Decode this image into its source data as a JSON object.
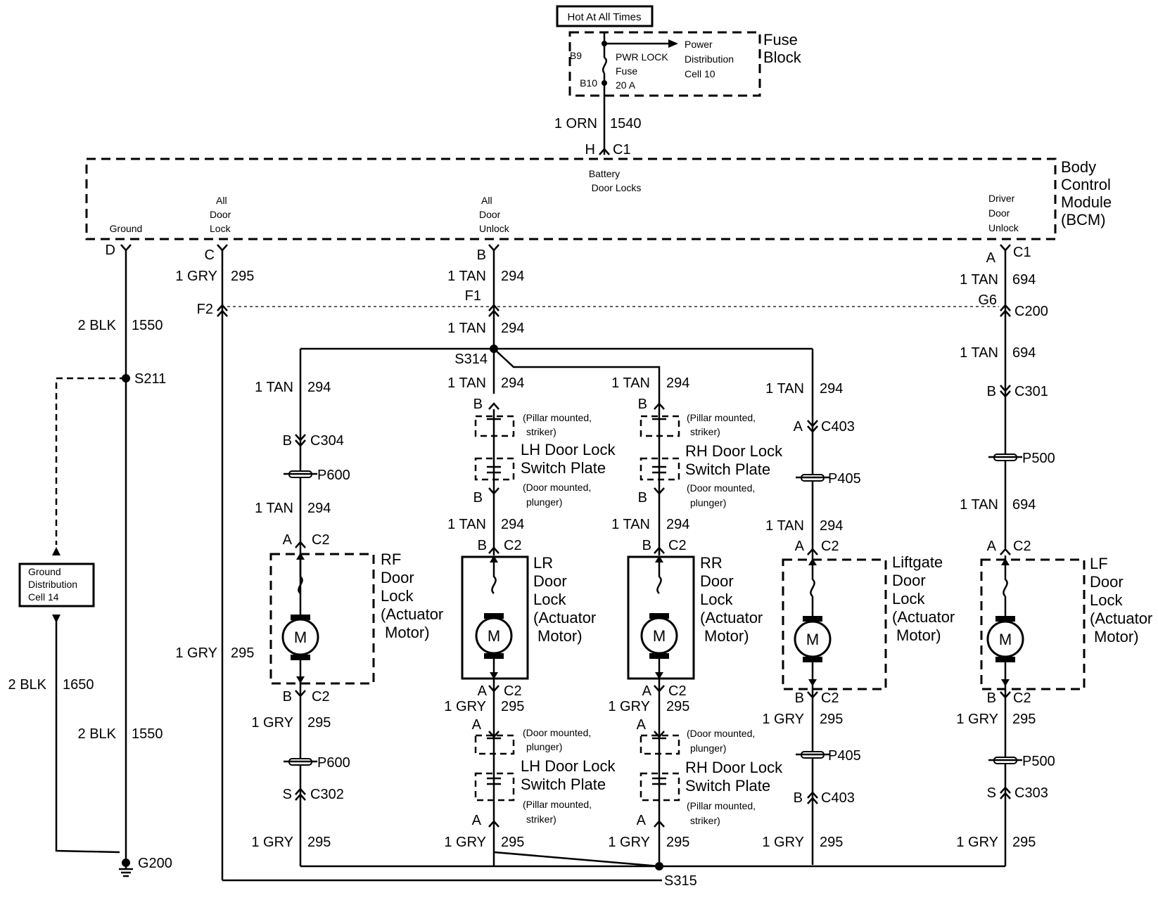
{
  "header": {
    "hot_label": "Hot At All Times",
    "fuse_block": [
      "Fuse",
      "Block"
    ],
    "fuse": {
      "name": "PWR LOCK",
      "line2": "Fuse",
      "rating": "20 A",
      "pin_top": "B9",
      "pin_bottom": "B10"
    },
    "power_ref": [
      "Power",
      "Distribution",
      "Cell 10"
    ],
    "feed_wire": {
      "size_color": "1 ORN",
      "circuit": "1540",
      "pin": "H",
      "connector": "C1"
    }
  },
  "bcm": {
    "title": [
      "Body",
      "Control",
      "Module",
      "(BCM)"
    ],
    "battery": [
      "Battery",
      "Door Locks"
    ],
    "ground": {
      "label": "Ground",
      "pin": "D"
    },
    "all_door_lock": {
      "label": [
        "All",
        "Door",
        "Lock"
      ],
      "pin": "C"
    },
    "all_door_unlock": {
      "label": [
        "All",
        "Door",
        "Unlock"
      ],
      "pin": "B"
    },
    "driver_door_unlock": {
      "label": [
        "Driver",
        "Door",
        "Unlock"
      ],
      "pin": "A",
      "connector": "C1"
    }
  },
  "wires": {
    "gry295": [
      "1 GRY",
      "295"
    ],
    "tan294": [
      "1 TAN",
      "294"
    ],
    "tan694": [
      "1 TAN",
      "694"
    ],
    "blk1550": [
      "2 BLK",
      "1550"
    ],
    "blk1650": [
      "2 BLK",
      "1650"
    ]
  },
  "connectors": {
    "f2": "F2",
    "f1": "F1",
    "g6": "G6",
    "c200": "C200",
    "s314": "S314",
    "s315": "S315",
    "s211": "S211",
    "g200": "G200",
    "c304": "C304",
    "c302": "C302",
    "c301": "C301",
    "c303": "C303",
    "c403": "C403",
    "c2": "C2",
    "p600": "P600",
    "p405": "P405",
    "p500": "P500",
    "pin_a": "A",
    "pin_b": "B",
    "pin_s": "S"
  },
  "ground_dist": [
    "Ground",
    "Distribution",
    "Cell 14"
  ],
  "switch_plates": {
    "lh": [
      "LH Door Lock",
      "Switch Plate"
    ],
    "rh": [
      "RH Door Lock",
      "Switch Plate"
    ],
    "pillar": [
      "(Pillar mounted,",
      "striker)"
    ],
    "door": [
      "(Door mounted,",
      "plunger)"
    ]
  },
  "motors": {
    "motor_symbol": "M",
    "rf": [
      "RF",
      "Door",
      "Lock",
      "(Actuator",
      "Motor)"
    ],
    "lr": [
      "LR",
      "Door",
      "Lock",
      "(Actuator",
      "Motor)"
    ],
    "rr": [
      "RR",
      "Door",
      "Lock",
      "(Actuator",
      "Motor)"
    ],
    "liftgate": [
      "Liftgate",
      "Door",
      "Lock",
      "(Actuator",
      "Motor)"
    ],
    "lf": [
      "LF",
      "Door",
      "Lock",
      "(Actuator",
      "Motor)"
    ]
  }
}
